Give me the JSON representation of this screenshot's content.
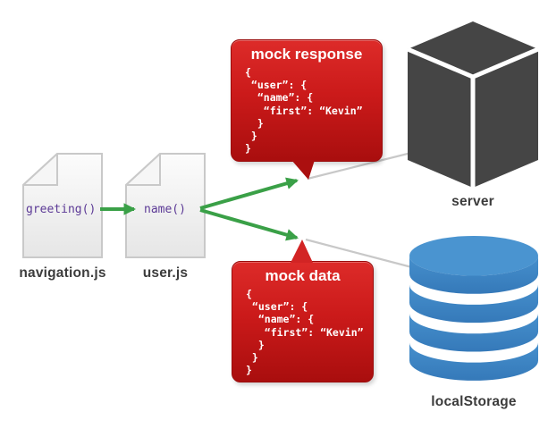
{
  "diagram": {
    "files": [
      {
        "label": "navigation.js",
        "function": "greeting()"
      },
      {
        "label": "user.js",
        "function": "name()"
      }
    ],
    "bubbles": [
      {
        "title": "mock response",
        "code": "{\n “user”: {\n  “name”: {\n   “first”: “Kevin”\n  }\n }\n}"
      },
      {
        "title": "mock data",
        "code": "{\n “user”: {\n  “name”: {\n   “first”: “Kevin”\n  }\n }\n}"
      }
    ],
    "endpoints": [
      {
        "label": "server"
      },
      {
        "label": "localStorage"
      }
    ],
    "colors": {
      "bubble_red_top": "#dd2b29",
      "bubble_red_bottom": "#a90e0e",
      "bubble_border": "#9b0c0c",
      "arrow_green": "#3aa047",
      "function_purple": "#5c3a96",
      "server_gray": "#454545",
      "database_blue": "#3b84c4",
      "connector_gray": "#c8c8c8",
      "file_border": "#c9c9c9",
      "label_gray": "#3c3c3c"
    }
  }
}
